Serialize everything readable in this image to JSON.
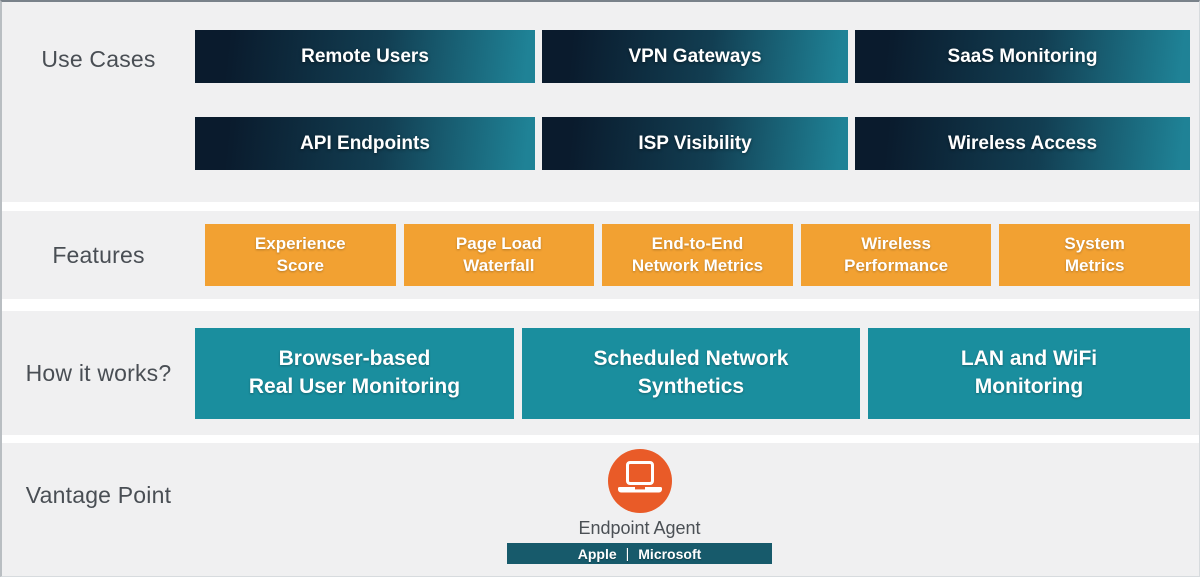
{
  "labels": {
    "use_cases": "Use Cases",
    "features": "Features",
    "how_it_works": "How it works?",
    "vantage_point": "Vantage Point"
  },
  "use_cases": {
    "row1": [
      "Remote Users",
      "VPN Gateways",
      "SaaS Monitoring"
    ],
    "row2": [
      "API Endpoints",
      "ISP Visibility",
      "Wireless Access"
    ]
  },
  "features": [
    "Experience\nScore",
    "Page Load\nWaterfall",
    "End-to-End\nNetwork Metrics",
    "Wireless\nPerformance",
    "System\nMetrics"
  ],
  "how_it_works": [
    "Browser-based\nReal User Monitoring",
    "Scheduled Network\nSynthetics",
    "LAN and WiFi\nMonitoring"
  ],
  "vantage": {
    "icon": "laptop-icon",
    "agent_label": "Endpoint Agent",
    "platforms": {
      "left": "Apple",
      "divider": "|",
      "right": "Microsoft"
    }
  },
  "colors": {
    "band_background": "#f0f0f1",
    "usecase_gradient_start": "#0a1b2d",
    "usecase_gradient_end": "#1f8296",
    "feature_orange": "#f2a132",
    "how_teal": "#1a8e9e",
    "agent_circle_orange": "#e95b28",
    "platform_bar_teal": "#175a6b",
    "label_text": "#494e54"
  }
}
